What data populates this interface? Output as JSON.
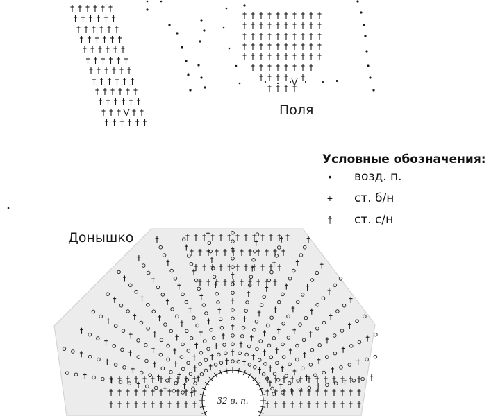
{
  "labels": {
    "brim": "Поля",
    "bottom": "Донышко"
  },
  "legend": {
    "title": "Условные обозначения:",
    "items": [
      {
        "icon": "chain-stitch-dot-icon",
        "symbol": "•",
        "text": "возд. п."
      },
      {
        "icon": "single-crochet-plus-icon",
        "symbol": "+",
        "text": "ст. б/н"
      },
      {
        "icon": "double-crochet-dagger-icon",
        "symbol": "†",
        "text": "ст. с/н"
      }
    ]
  },
  "center": {
    "text": "32 в. п."
  },
  "colors": {
    "ink": "#1a1a1a",
    "shaded_fill": "#ececec",
    "background": "#ffffff"
  }
}
